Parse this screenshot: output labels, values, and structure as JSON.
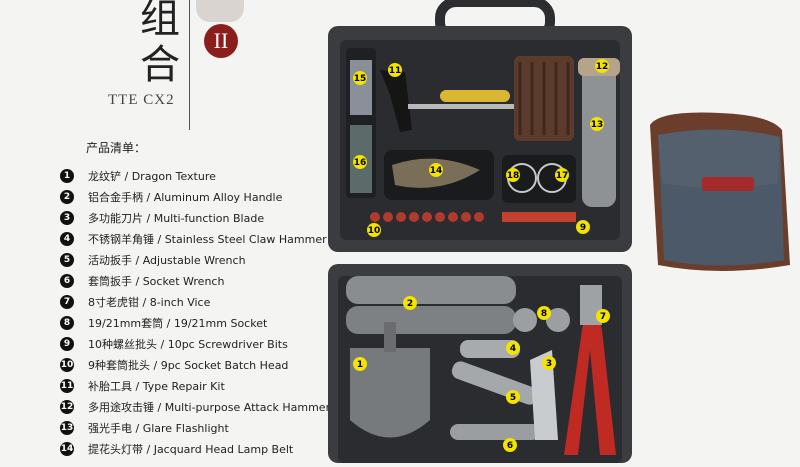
{
  "header": {
    "title_cn": "组合",
    "subtitle": "TTE CX2",
    "badge": "II"
  },
  "list_title": "产品清单：",
  "items": [
    {
      "n": "1",
      "label": "龙纹铲 / Dragon Texture"
    },
    {
      "n": "2",
      "label": "铝合金手柄 / Aluminum Alloy Handle"
    },
    {
      "n": "3",
      "label": "多功能刀片 / Multi-function Blade"
    },
    {
      "n": "4",
      "label": "不锈钢羊角锤 / Stainless Steel Claw Hammer"
    },
    {
      "n": "5",
      "label": "活动扳手 / Adjustable Wrench"
    },
    {
      "n": "6",
      "label": "套筒扳手 / Socket Wrench"
    },
    {
      "n": "7",
      "label": "8寸老虎钳 / 8-inch Vice"
    },
    {
      "n": "8",
      "label": "19/21mm套筒 / 19/21mm Socket"
    },
    {
      "n": "9",
      "label": "10种螺丝批头 / 10pc Screwdriver Bits"
    },
    {
      "n": "10",
      "label": "9种套筒批头 / 9pc Socket Batch Head"
    },
    {
      "n": "11",
      "label": "补胎工具 / Type Repair Kit"
    },
    {
      "n": "12",
      "label": "多用途攻击锤 / Multi-purpose Attack Hammer"
    },
    {
      "n": "13",
      "label": "强光手电 / Glare Flashlight"
    },
    {
      "n": "14",
      "label": "提花头灯带 / Jacquard Head Lamp Belt"
    }
  ],
  "markers": {
    "m1": "1",
    "m2": "2",
    "m3": "3",
    "m4": "4",
    "m5": "5",
    "m6": "6",
    "m7": "7",
    "m8": "8",
    "m9": "9",
    "m10": "10",
    "m11": "11",
    "m12": "12",
    "m13": "13",
    "m14": "14",
    "m15": "15",
    "m16": "16",
    "m17": "17",
    "m18": "18"
  },
  "colors": {
    "case": "#3a3c40",
    "foam": "#2b2c2f",
    "marker": "#f2e300",
    "badge": "#8c1d1d",
    "bag": "#4b5968",
    "bag_trim": "#6a3e2a"
  }
}
